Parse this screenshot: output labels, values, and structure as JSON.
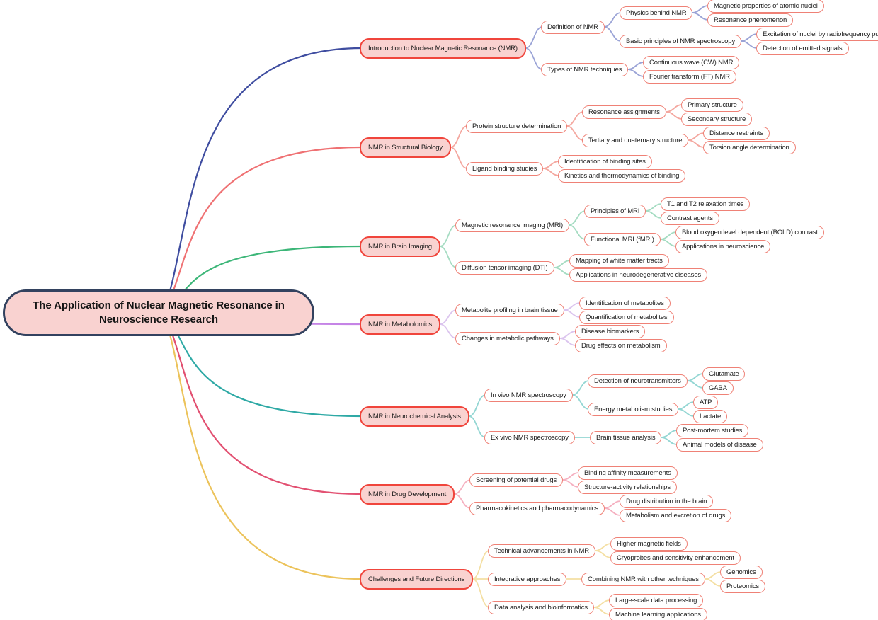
{
  "mindmap": {
    "root": {
      "label": "The Application of Nuclear Magnetic Resonance in Neuroscience Research",
      "line1": "The Application of Nuclear Magnetic Resonance in",
      "line2": "Neuroscience Research"
    },
    "style": {
      "background": "#ffffff",
      "root_fill": "#f9d2d0",
      "root_border": "#33425f",
      "branch_fill": "#f9d2d0",
      "branch_border": "#f0453c",
      "topic_fill": "#ffffff",
      "topic_border": "#ef8176",
      "text_color": "#1a1a1a"
    },
    "branches": [
      {
        "label": "Introduction to Nuclear Magnetic Resonance (NMR)",
        "curve_color": "#3f4da0",
        "link_color": "#9aa3d6",
        "children": [
          {
            "label": "Definition of NMR",
            "children": [
              {
                "label": "Physics behind NMR",
                "children": [
                  {
                    "label": "Magnetic properties of atomic nuclei"
                  },
                  {
                    "label": "Resonance phenomenon"
                  }
                ]
              },
              {
                "label": "Basic principles of NMR spectroscopy",
                "children": [
                  {
                    "label": "Excitation of nuclei by radiofrequency pulses"
                  },
                  {
                    "label": "Detection of emitted signals"
                  }
                ]
              }
            ]
          },
          {
            "label": "Types of NMR techniques",
            "children": [
              {
                "label": "Continuous wave (CW) NMR"
              },
              {
                "label": "Fourier transform (FT) NMR"
              }
            ]
          }
        ]
      },
      {
        "label": "NMR in Structural Biology",
        "curve_color": "#ef7173",
        "link_color": "#f4a79f",
        "children": [
          {
            "label": "Protein structure determination",
            "children": [
              {
                "label": "Resonance assignments",
                "children": [
                  {
                    "label": "Primary structure"
                  },
                  {
                    "label": "Secondary structure"
                  }
                ]
              },
              {
                "label": "Tertiary and quaternary structure",
                "children": [
                  {
                    "label": "Distance restraints"
                  },
                  {
                    "label": "Torsion angle determination"
                  }
                ]
              }
            ]
          },
          {
            "label": "Ligand binding studies",
            "children": [
              {
                "label": "Identification of binding sites"
              },
              {
                "label": "Kinetics and thermodynamics of binding"
              }
            ]
          }
        ]
      },
      {
        "label": "NMR in Brain Imaging",
        "curve_color": "#3cb678",
        "link_color": "#a5dcc2",
        "children": [
          {
            "label": "Magnetic resonance imaging (MRI)",
            "children": [
              {
                "label": "Principles of MRI",
                "children": [
                  {
                    "label": "T1 and T2 relaxation times"
                  },
                  {
                    "label": "Contrast agents"
                  }
                ]
              },
              {
                "label": "Functional MRI (fMRI)",
                "children": [
                  {
                    "label": "Blood oxygen level dependent (BOLD) contrast"
                  },
                  {
                    "label": "Applications in neuroscience"
                  }
                ]
              }
            ]
          },
          {
            "label": "Diffusion tensor imaging (DTI)",
            "children": [
              {
                "label": "Mapping of white matter tracts"
              },
              {
                "label": "Applications in neurodegenerative diseases"
              }
            ]
          }
        ]
      },
      {
        "label": "NMR in Metabolomics",
        "curve_color": "#c584e6",
        "link_color": "#dbc4ee",
        "children": [
          {
            "label": "Metabolite profiling in brain tissue",
            "children": [
              {
                "label": "Identification of metabolites"
              },
              {
                "label": "Quantification of metabolites"
              }
            ]
          },
          {
            "label": "Changes in metabolic pathways",
            "children": [
              {
                "label": "Disease biomarkers"
              },
              {
                "label": "Drug effects on metabolism"
              }
            ]
          }
        ]
      },
      {
        "label": "NMR in Neurochemical Analysis",
        "curve_color": "#2ea9a5",
        "link_color": "#93d6d3",
        "children": [
          {
            "label": "In vivo NMR spectroscopy",
            "children": [
              {
                "label": "Detection of neurotransmitters",
                "children": [
                  {
                    "label": "Glutamate"
                  },
                  {
                    "label": "GABA"
                  }
                ]
              },
              {
                "label": "Energy metabolism studies",
                "children": [
                  {
                    "label": "ATP"
                  },
                  {
                    "label": "Lactate"
                  }
                ]
              }
            ]
          },
          {
            "label": "Ex vivo NMR spectroscopy",
            "children": [
              {
                "label": "Brain tissue analysis",
                "children": [
                  {
                    "label": "Post-mortem studies"
                  },
                  {
                    "label": "Animal models of disease"
                  }
                ]
              }
            ]
          }
        ]
      },
      {
        "label": "NMR in Drug Development",
        "curve_color": "#e25071",
        "link_color": "#f5b0c0",
        "children": [
          {
            "label": "Screening of potential drugs",
            "children": [
              {
                "label": "Binding affinity measurements"
              },
              {
                "label": "Structure-activity relationships"
              }
            ]
          },
          {
            "label": "Pharmacokinetics and pharmacodynamics",
            "children": [
              {
                "label": "Drug distribution in the brain"
              },
              {
                "label": "Metabolism and excretion of drugs"
              }
            ]
          }
        ]
      },
      {
        "label": "Challenges and Future Directions",
        "curve_color": "#ecc35b",
        "link_color": "#f4dfa3",
        "children": [
          {
            "label": "Technical advancements in NMR",
            "children": [
              {
                "label": "Higher magnetic fields"
              },
              {
                "label": "Cryoprobes and sensitivity enhancement"
              }
            ]
          },
          {
            "label": "Integrative approaches",
            "children": [
              {
                "label": "Combining NMR with other techniques",
                "children": [
                  {
                    "label": "Genomics"
                  },
                  {
                    "label": "Proteomics"
                  }
                ]
              }
            ]
          },
          {
            "label": "Data analysis and bioinformatics",
            "children": [
              {
                "label": "Large-scale data processing"
              },
              {
                "label": "Machine learning applications"
              }
            ]
          }
        ]
      }
    ]
  }
}
